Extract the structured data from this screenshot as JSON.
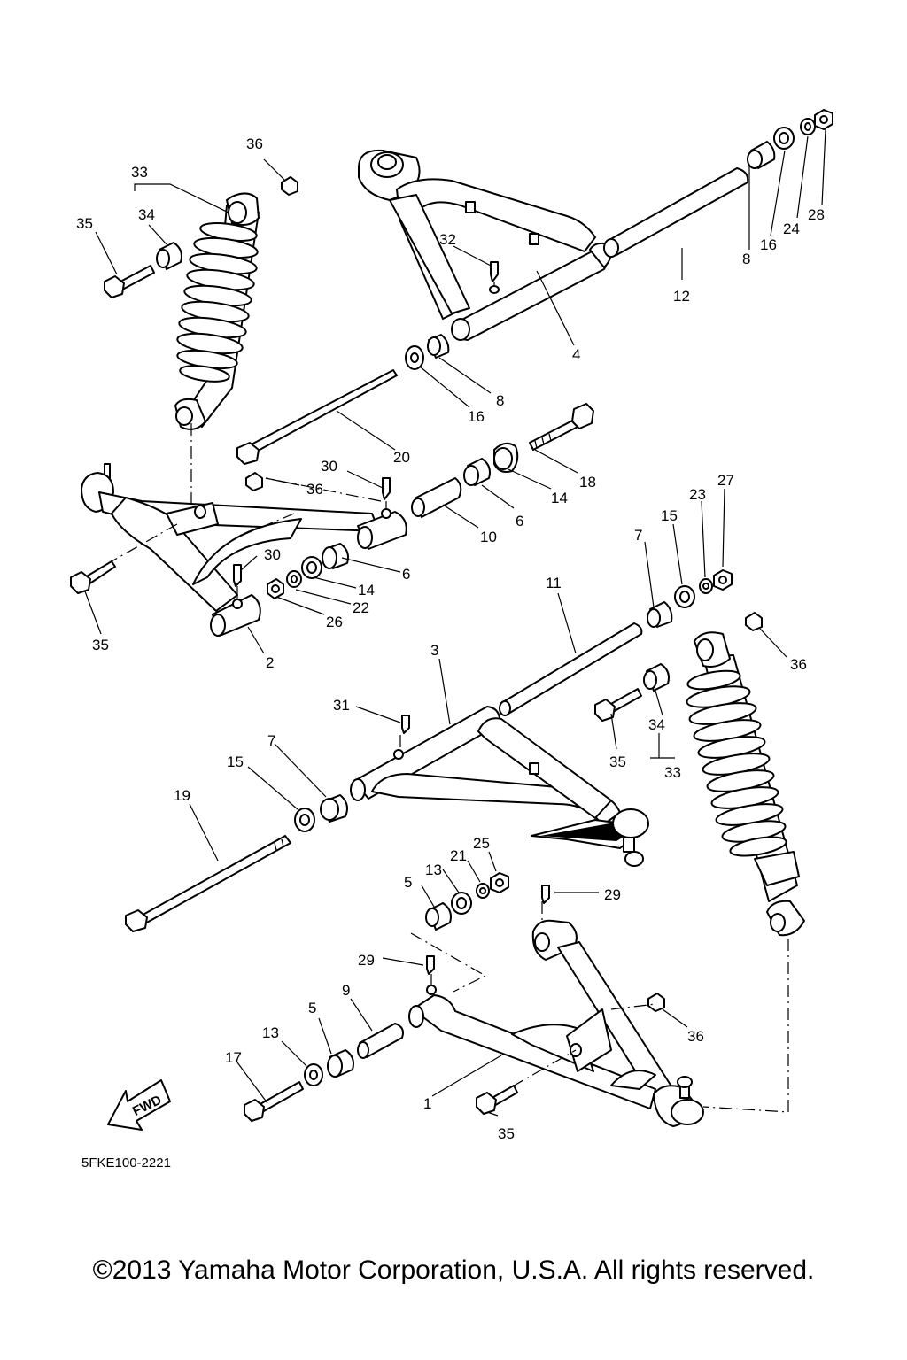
{
  "diagram": {
    "code": "5FKE100-2221",
    "fwd_label": "FWD",
    "callouts": {
      "n1": "1",
      "n2": "2",
      "n3": "3",
      "n4": "4",
      "n5a": "5",
      "n5b": "5",
      "n6a": "6",
      "n6b": "6",
      "n7a": "7",
      "n7b": "7",
      "n8a": "8",
      "n8b": "8",
      "n9": "9",
      "n10": "10",
      "n11": "11",
      "n12": "12",
      "n13a": "13",
      "n13b": "13",
      "n14a": "14",
      "n14b": "14",
      "n15a": "15",
      "n15b": "15",
      "n16a": "16",
      "n16b": "16",
      "n17": "17",
      "n18": "18",
      "n19": "19",
      "n20": "20",
      "n21": "21",
      "n22": "22",
      "n23": "23",
      "n24": "24",
      "n25": "25",
      "n26": "26",
      "n27": "27",
      "n28": "28",
      "n29a": "29",
      "n29b": "29",
      "n30a": "30",
      "n30b": "30",
      "n31": "31",
      "n32": "32",
      "n33a": "33",
      "n33b": "33",
      "n34a": "34",
      "n34b": "34",
      "n35a": "35",
      "n35b": "35",
      "n35c": "35",
      "n35d": "35",
      "n36a": "36",
      "n36b": "36",
      "n36c": "36",
      "n36d": "36"
    }
  },
  "footer": {
    "copyright": "©2013 Yamaha Motor Corporation, U.S.A. All rights reserved."
  }
}
